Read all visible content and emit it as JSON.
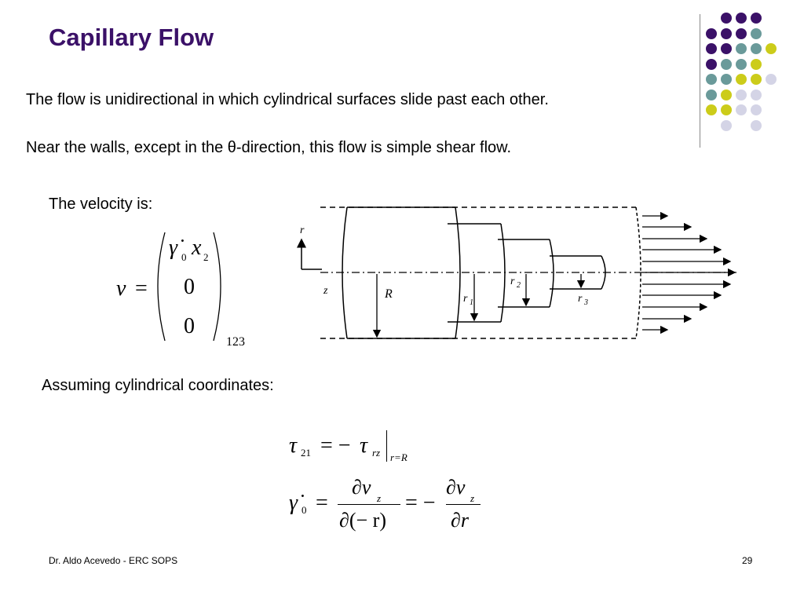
{
  "slide": {
    "title": "Capillary Flow",
    "para1": "The flow is unidirectional in which cylindrical surfaces slide past each other.",
    "para2": "Near the walls, except in the θ-direction, this flow is simple shear flow.",
    "velocity_intro": "The velocity is:",
    "assuming": "Assuming cylindrical coordinates:",
    "footer": "Dr. Aldo Acevedo  - ERC SOPS",
    "page_number": "29"
  },
  "colors": {
    "title": "#3b1168",
    "dot_purple": "#3b1168",
    "dot_teal": "#6a9a9a",
    "dot_yellow": "#cccc1a",
    "dot_lavender": "#d4d4e6"
  },
  "velocity_eq": {
    "lhs_var": "v",
    "equals": "=",
    "row1_symbol": "γ̇",
    "row1_sub": "0",
    "row1_var": "x",
    "row1_var_sub": "2",
    "row2": "0",
    "row3": "0",
    "basis": "123"
  },
  "stress_eq": {
    "tau": "τ",
    "tau_sub": "21",
    "rhs": "= −",
    "tau2": "τ",
    "tau2_sub": "rz",
    "eval_at": "r=R"
  },
  "shear_eq": {
    "gamma": "γ̇",
    "gamma_sub": "0",
    "eq1": "=",
    "num1": "∂v",
    "num1_sub": "z",
    "den1": "∂(− r)",
    "eq2": "= −",
    "num2": "∂v",
    "num2_sub": "z",
    "den2": "∂r"
  },
  "diagram": {
    "axis_r": "r",
    "axis_z": "z",
    "label_R": "R",
    "label_r1": "r",
    "label_r1_sub": "1",
    "label_r2": "r",
    "label_r2_sub": "2",
    "label_r3": "r",
    "label_r3_sub": "3"
  }
}
